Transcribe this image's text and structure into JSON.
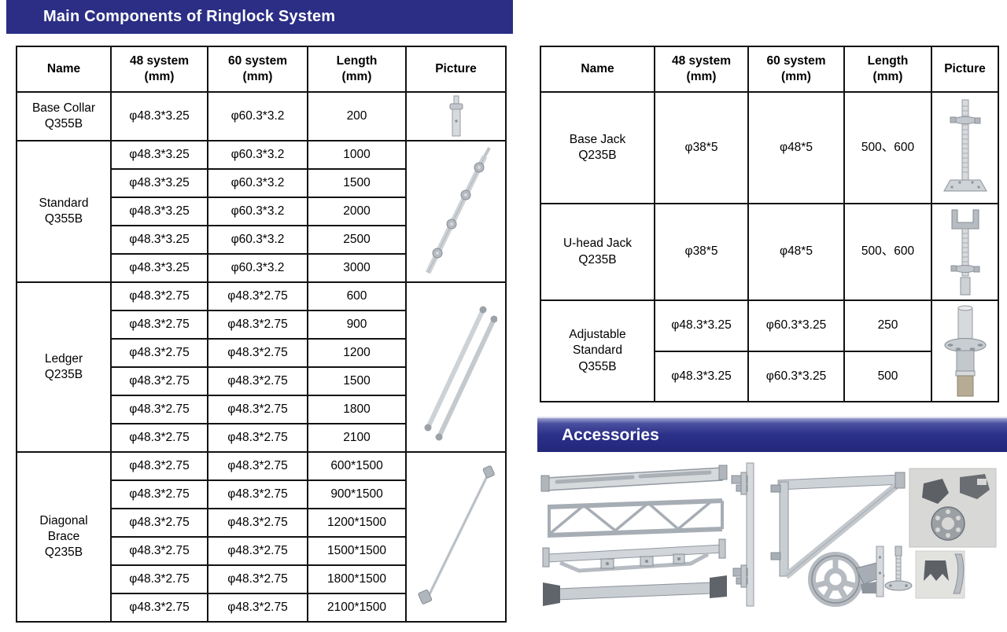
{
  "banners": {
    "main": {
      "title": "Main Components of Ringlock System"
    },
    "accessories": {
      "title": "Accessories"
    }
  },
  "colors": {
    "banner_navy": "#2b2e84",
    "table_border": "#121212",
    "metal_light": "#d7dadd",
    "metal_mid": "#c3c8cd",
    "metal_dark": "#8c929a"
  },
  "main_table": {
    "headers": [
      "Name",
      "48 system\n(mm)",
      "60 system\n(mm)",
      "Length\n(mm)",
      "Picture"
    ],
    "groups": [
      {
        "name": "Base Collar\nQ355B",
        "picture_icon": "base-collar-photo",
        "rows": [
          {
            "s48": "φ48.3*3.25",
            "s60": "φ60.3*3.2",
            "len": "200"
          }
        ]
      },
      {
        "name": "Standard\nQ355B",
        "picture_icon": "standard-photo",
        "rows": [
          {
            "s48": "φ48.3*3.25",
            "s60": "φ60.3*3.2",
            "len": "1000"
          },
          {
            "s48": "φ48.3*3.25",
            "s60": "φ60.3*3.2",
            "len": "1500"
          },
          {
            "s48": "φ48.3*3.25",
            "s60": "φ60.3*3.2",
            "len": "2000"
          },
          {
            "s48": "φ48.3*3.25",
            "s60": "φ60.3*3.2",
            "len": "2500"
          },
          {
            "s48": "φ48.3*3.25",
            "s60": "φ60.3*3.2",
            "len": "3000"
          }
        ]
      },
      {
        "name": "Ledger\nQ235B",
        "picture_icon": "ledger-photo",
        "rows": [
          {
            "s48": "φ48.3*2.75",
            "s60": "φ48.3*2.75",
            "len": "600"
          },
          {
            "s48": "φ48.3*2.75",
            "s60": "φ48.3*2.75",
            "len": "900"
          },
          {
            "s48": "φ48.3*2.75",
            "s60": "φ48.3*2.75",
            "len": "1200"
          },
          {
            "s48": "φ48.3*2.75",
            "s60": "φ48.3*2.75",
            "len": "1500"
          },
          {
            "s48": "φ48.3*2.75",
            "s60": "φ48.3*2.75",
            "len": "1800"
          },
          {
            "s48": "φ48.3*2.75",
            "s60": "φ48.3*2.75",
            "len": "2100"
          }
        ]
      },
      {
        "name": "Diagonal\nBrace\nQ235B",
        "picture_icon": "diagonal-brace-photo",
        "rows": [
          {
            "s48": "φ48.3*2.75",
            "s60": "φ48.3*2.75",
            "len": "600*1500"
          },
          {
            "s48": "φ48.3*2.75",
            "s60": "φ48.3*2.75",
            "len": "900*1500"
          },
          {
            "s48": "φ48.3*2.75",
            "s60": "φ48.3*2.75",
            "len": "1200*1500"
          },
          {
            "s48": "φ48.3*2.75",
            "s60": "φ48.3*2.75",
            "len": "1500*1500"
          },
          {
            "s48": "φ48.3*2.75",
            "s60": "φ48.3*2.75",
            "len": "1800*1500"
          },
          {
            "s48": "φ48.3*2.75",
            "s60": "φ48.3*2.75",
            "len": "2100*1500"
          }
        ]
      }
    ]
  },
  "secondary_table": {
    "headers": [
      "Name",
      "48 system\n(mm)",
      "60 system\n(mm)",
      "Length\n(mm)",
      "Picture"
    ],
    "groups": [
      {
        "name": "Base Jack\nQ235B",
        "picture_icon": "base-jack-photo",
        "rows": [
          {
            "s48": "φ38*5",
            "s60": "φ48*5",
            "len": "500、600"
          }
        ]
      },
      {
        "name": "U-head Jack\nQ235B",
        "picture_icon": "u-head-jack-photo",
        "rows": [
          {
            "s48": "φ38*5",
            "s60": "φ48*5",
            "len": "500、600"
          }
        ]
      },
      {
        "name": "Adjustable\nStandard\nQ355B",
        "picture_icon": "adjustable-standard-photo",
        "rows": [
          {
            "s48": "φ48.3*3.25",
            "s60": "φ60.3*3.25",
            "len": "250"
          },
          {
            "s48": "φ48.3*3.25",
            "s60": "φ60.3*3.25",
            "len": "500"
          }
        ]
      }
    ]
  },
  "accessories_items": [
    "toe-board-photo",
    "lattice-girder-photo",
    "reinforced-transom-photo",
    "wedge-toe-board-photo",
    "vertical-post-with-couplers-photo",
    "side-bracket-photo",
    "rosette-clamp-photo",
    "castings-and-rosette-photo",
    "steel-tube-photo",
    "screw-base-photo",
    "wedge-head-casting-photo"
  ]
}
